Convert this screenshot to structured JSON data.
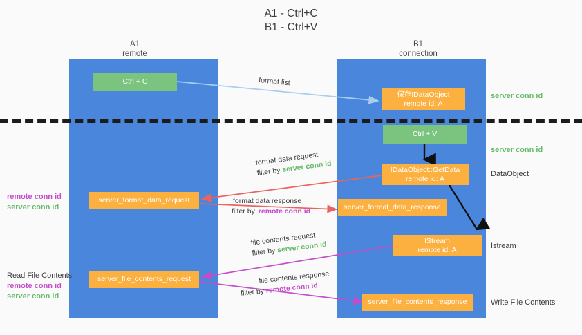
{
  "title": "A1 - Ctrl+C\nB1 - Ctrl+V",
  "columns": [
    {
      "name": "A1",
      "subtitle": "remote",
      "header": "A1\nremote"
    },
    {
      "name": "B1",
      "subtitle": "connection",
      "header": "B1\nconnection"
    }
  ],
  "nodes": {
    "ctrl_c": "Ctrl + C",
    "ctrl_v": "Ctrl + V",
    "set_idataobject": "保存IDataObject\nremote id: A",
    "getdata": "IDataObject::GetData\nremote id: A",
    "istream": "IStream\nremote id: A",
    "server_format_data_request": "server_format_data_request",
    "server_format_data_response": "server_format_data_response",
    "server_file_contents_request": "server_file_contents_request",
    "server_file_contents_response": "server_file_contents_response"
  },
  "edges": {
    "format_list": "format list",
    "format_data_request_line1": "format data request",
    "format_data_request_line2_prefix": "filter by ",
    "format_data_request_line2_key": "server conn id",
    "format_data_response_line1": "format data response",
    "format_data_response_line2_prefix": "filter by ",
    "format_data_response_line2_key": "remote conn id",
    "file_contents_request_line1": "file contents request",
    "file_contents_request_line2_prefix": "filter by ",
    "file_contents_request_line2_key": "server conn id",
    "file_contents_response_line1": "file contents response",
    "file_contents_response_line2_prefix": "filter by ",
    "file_contents_response_line2_key": "remote conn id"
  },
  "right_labels": {
    "server_conn_id_top": "server conn id",
    "server_conn_id_mid": "server conn id",
    "dataobject": "DataObject",
    "istream": "Istream",
    "write_file_contents": "Write File Contents"
  },
  "left_labels": {
    "remote_conn_id_1": "remote conn id",
    "server_conn_id_1": "server conn id",
    "read_file_contents": "Read File Contents",
    "remote_conn_id_2": "remote conn id",
    "server_conn_id_2": "server conn id"
  },
  "colors": {
    "column_blue": "#4a86db",
    "node_green": "#7ac47f",
    "node_orange": "#fbb040",
    "arrow_lightblue": "#a8cdef",
    "arrow_red": "#e8655f",
    "arrow_magenta": "#c44ec9",
    "arrow_black": "#111111",
    "text_green": "#66bb6a",
    "text_purple": "#c44ec9",
    "background": "#fafafa"
  }
}
